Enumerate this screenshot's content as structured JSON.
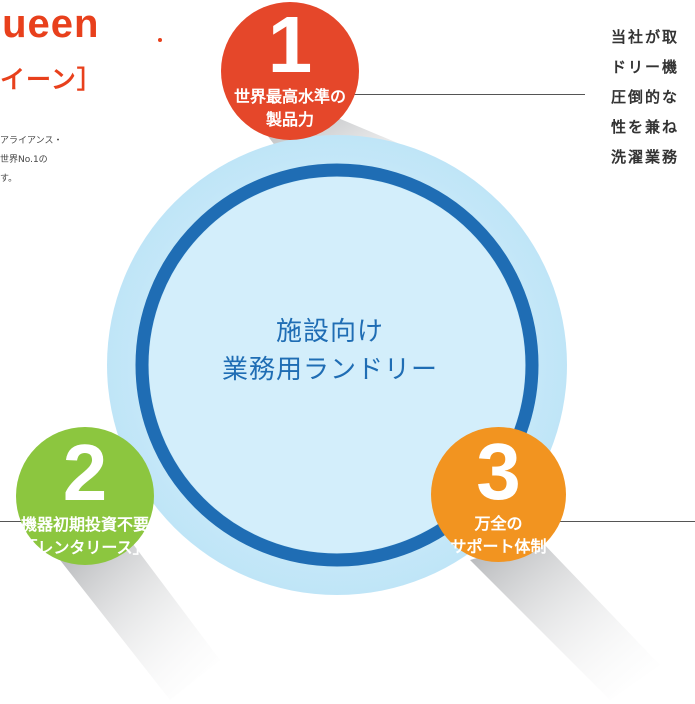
{
  "header": {
    "logo": "Queen",
    "brand_kana": "イーン］",
    "intro_lines": [
      "アライアンス・",
      "世界No.1の",
      "す。"
    ]
  },
  "description_lines": [
    "当社が取",
    "ドリー機",
    "圧倒的な",
    "性を兼ね",
    "洗濯業務"
  ],
  "center": {
    "lines": [
      "施設向け",
      "業務用ランドリー"
    ]
  },
  "features": [
    {
      "number": "1",
      "lines": [
        "世界最高水準の",
        "製品力"
      ]
    },
    {
      "number": "2",
      "lines": [
        "機器初期投資不要",
        "「レンタリース」"
      ]
    },
    {
      "number": "3",
      "lines": [
        "万全の",
        "サポート体制"
      ]
    }
  ],
  "colors": {
    "brand": "#e8401c",
    "feature1": "#e5472a",
    "feature2": "#8cc63f",
    "feature3": "#f29420",
    "ring": "#1f6db4",
    "ring_fill": "#c5e8f7"
  }
}
